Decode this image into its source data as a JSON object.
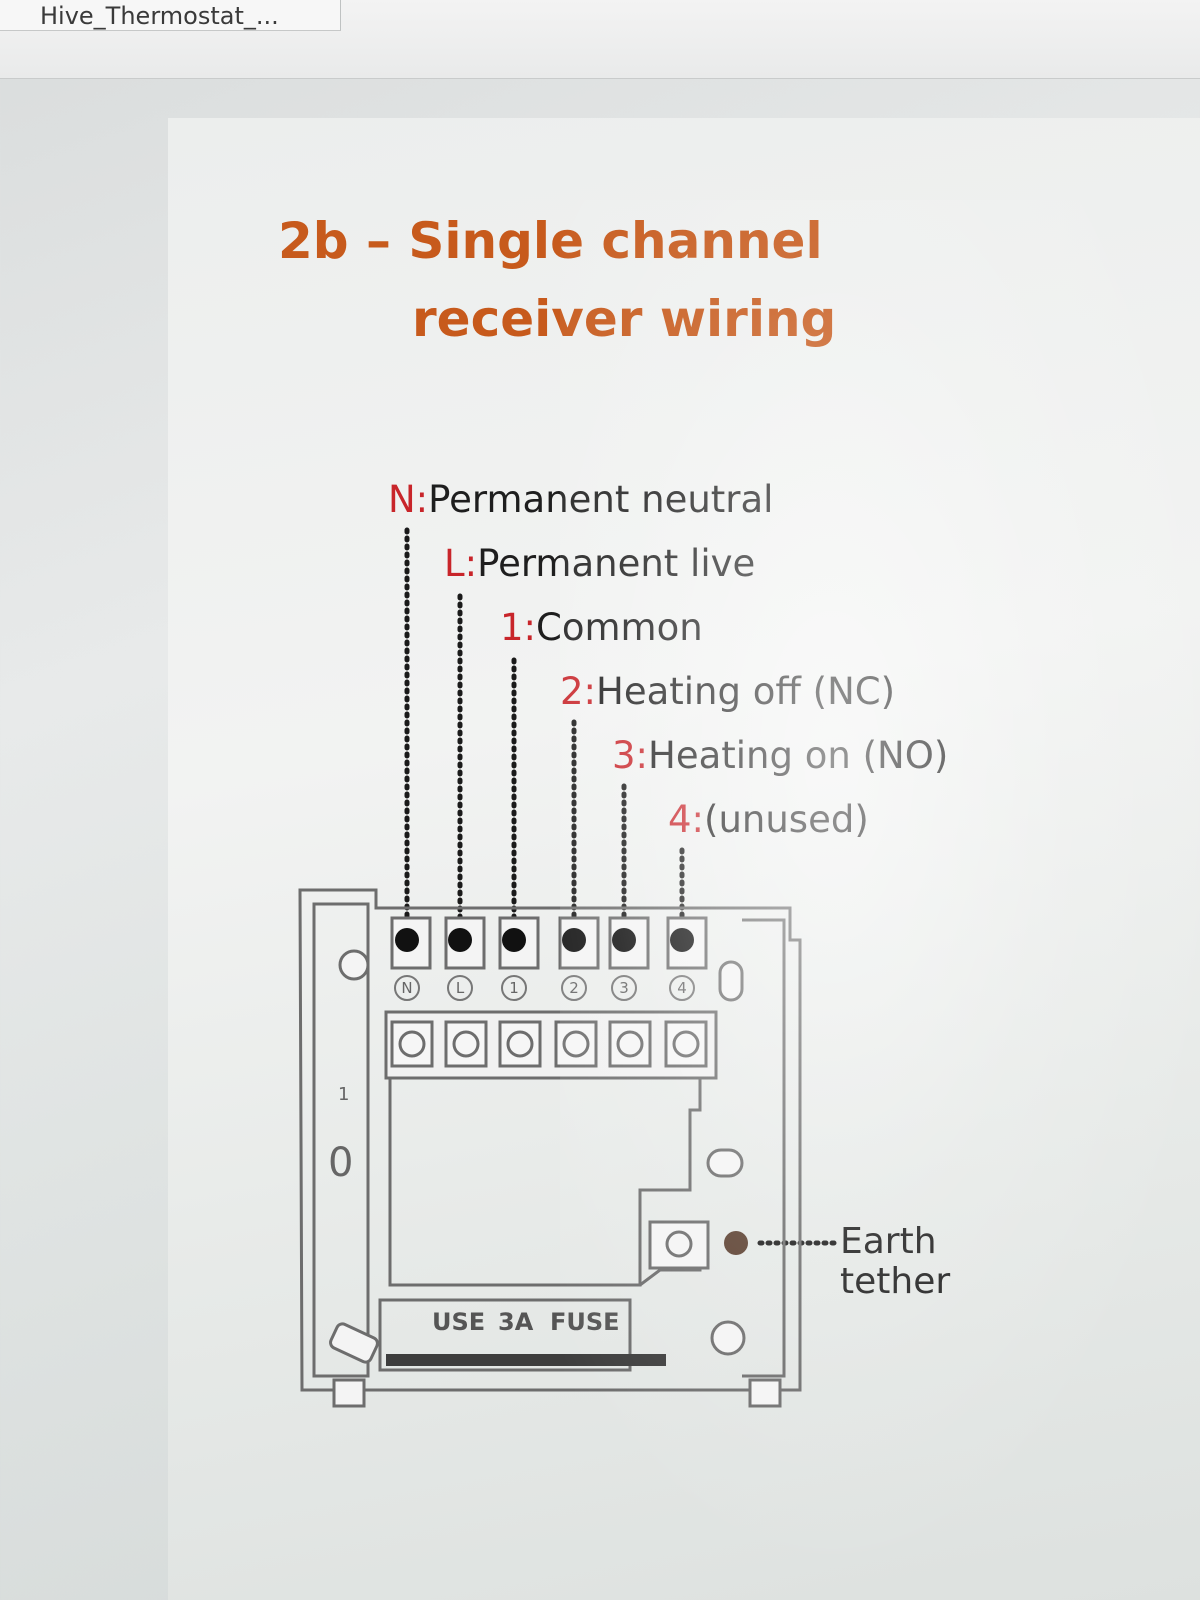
{
  "tab": {
    "title": "Hive_Thermostat_..."
  },
  "heading": {
    "line1": "2b – Single channel",
    "line2": "receiver wiring"
  },
  "terminals": [
    {
      "key": "N:",
      "desc": "Permanent neutral",
      "mark": "N"
    },
    {
      "key": "L:",
      "desc": "Permanent live",
      "mark": "L"
    },
    {
      "key": "1:",
      "desc": "Common",
      "mark": "1"
    },
    {
      "key": "2:",
      "desc": "Heating off (NC)",
      "mark": "2"
    },
    {
      "key": "3:",
      "desc": "Heating on (NO)",
      "mark": "3"
    },
    {
      "key": "4:",
      "desc": "(unused)",
      "mark": "4"
    }
  ],
  "earth": {
    "line1": "Earth",
    "line2": "tether"
  },
  "board": {
    "fuse_use": "USE",
    "fuse_3a": "3A",
    "fuse_fuse": "FUSE",
    "side_1": "1",
    "side_0": "0"
  },
  "colors": {
    "title": "#c75a1c",
    "key": "#c8252a",
    "text": "#1e1e1e"
  }
}
